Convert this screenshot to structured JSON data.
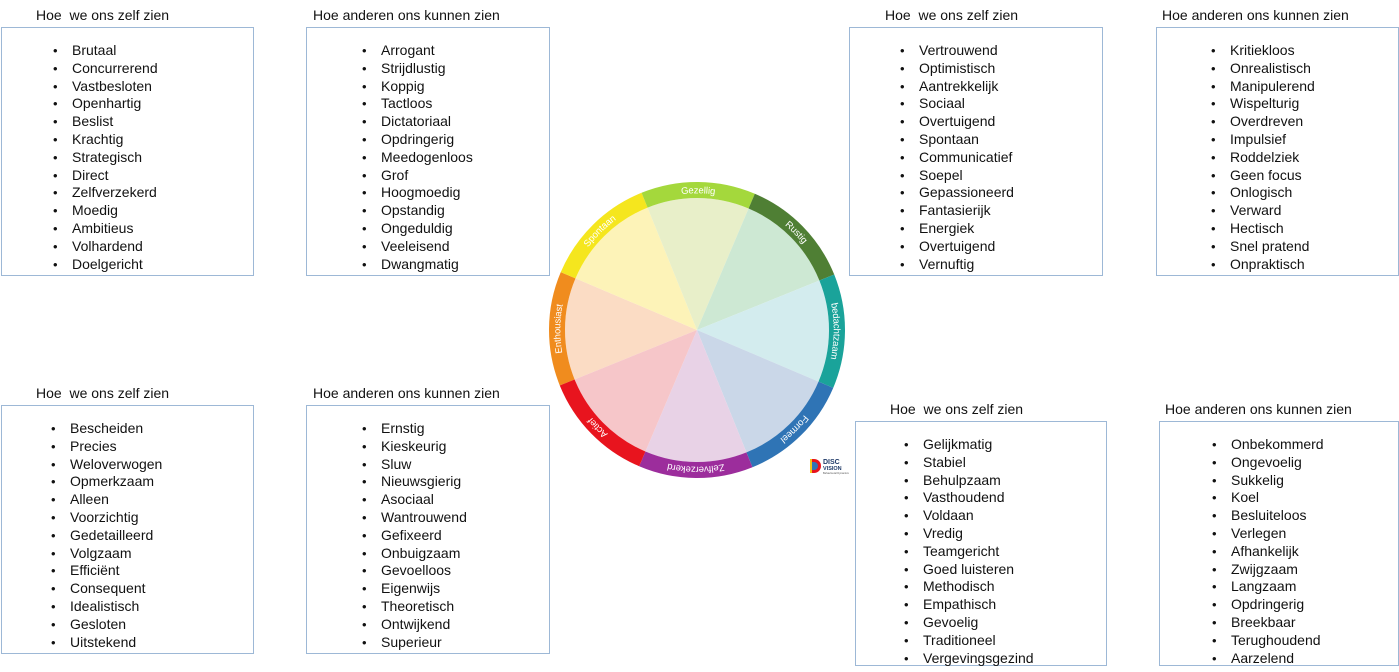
{
  "quadrants": [
    {
      "self_heading": "Hoe  we ons zelf zien",
      "self_traits": [
        "Brutaal",
        "Concurrerend",
        "Vastbesloten",
        "Openhartig",
        "Beslist",
        "Krachtig",
        "Strategisch",
        "Direct",
        "Zelfverzekerd",
        "Moedig",
        "Ambitieus",
        "Volhardend",
        "Doelgericht"
      ],
      "others_heading": "Hoe anderen ons kunnen zien",
      "others_traits": [
        "Arrogant",
        "Strijdlustig",
        "Koppig",
        "Tactloos",
        "Dictatoriaal",
        "Opdringerig",
        "Meedogenloos",
        "Grof",
        "Hoogmoedig",
        "Opstandig",
        "Ongeduldig",
        "Veeleisend",
        "Dwangmatig"
      ]
    },
    {
      "self_heading": "Hoe  we ons zelf zien",
      "self_traits": [
        "Vertrouwend",
        "Optimistisch",
        "Aantrekkelijk",
        "Sociaal",
        "Overtuigend",
        "Spontaan",
        "Communicatief",
        "Soepel",
        "Gepassioneerd",
        "Fantasierijk",
        "Energiek",
        "Overtuigend",
        "Vernuftig"
      ],
      "others_heading": "Hoe anderen ons kunnen zien",
      "others_traits": [
        "Kritiekloos",
        "Onrealistisch",
        "Manipulerend",
        "Wispelturig",
        "Overdreven",
        "Impulsief",
        "Roddelziek",
        "Geen focus",
        "Onlogisch",
        "Verward",
        "Hectisch",
        "Snel pratend",
        "Onpraktisch"
      ]
    },
    {
      "self_heading": "Hoe  we ons zelf zien",
      "self_traits": [
        "Bescheiden",
        "Precies",
        "Weloverwogen",
        "Opmerkzaam",
        "Alleen",
        "Voorzichtig",
        "Gedetailleerd",
        "Volgzaam",
        "Efficiënt",
        "Consequent",
        "Idealistisch",
        "Gesloten",
        "Uitstekend"
      ],
      "others_heading": "Hoe anderen ons kunnen zien",
      "others_traits": [
        "Ernstig",
        "Kieskeurig",
        "Sluw",
        "Nieuwsgierig",
        "Asociaal",
        "Wantrouwend",
        "Gefixeerd",
        "Onbuigzaam",
        "Gevoelloos",
        "Eigenwijs",
        "Theoretisch",
        "Ontwijkend",
        "Superieur"
      ]
    },
    {
      "self_heading": "Hoe  we ons zelf zien",
      "self_traits": [
        "Gelijkmatig",
        "Stabiel",
        "Behulpzaam",
        "Vasthoudend",
        "Voldaan",
        "Vredig",
        "Teamgericht",
        "Goed luisteren",
        "Methodisch",
        "Empathisch",
        "Gevoelig",
        "Traditioneel",
        "Vergevingsgezind"
      ],
      "others_heading": "Hoe anderen ons kunnen zien",
      "others_traits": [
        "Onbekommerd",
        "Ongevoelig",
        "Sukkelig",
        "Koel",
        "Besluiteloos",
        "Verlegen",
        "Afhankelijk",
        "Zwijgzaam",
        "Langzaam",
        "Opdringerig",
        "Breekbaar",
        "Terughoudend",
        "Aarzelend"
      ]
    }
  ],
  "wheel": {
    "segments": [
      {
        "label": "Enthousiast",
        "ring": "#f08c1e",
        "fill": "#fbdcc4"
      },
      {
        "label": "Spontaan",
        "ring": "#f5e61e",
        "fill": "#fdf3b8"
      },
      {
        "label": "Gezellig",
        "ring": "#a4d83c",
        "fill": "#e8efc9"
      },
      {
        "label": "Rustig",
        "ring": "#4f7f34",
        "fill": "#cde8d3"
      },
      {
        "label": "bedachtzaam",
        "ring": "#1aa39a",
        "fill": "#d3ecee"
      },
      {
        "label": "Formeel",
        "ring": "#2f74b5",
        "fill": "#cad7e8"
      },
      {
        "label": "Zelfverzekerd",
        "ring": "#9c2d9c",
        "fill": "#e8d2e6"
      },
      {
        "label": "Actief",
        "ring": "#e8141e",
        "fill": "#f6c6c9"
      }
    ]
  },
  "logo": {
    "line1": "DISC",
    "line2": "VISION",
    "line3": "Behavioural Dynamics"
  }
}
